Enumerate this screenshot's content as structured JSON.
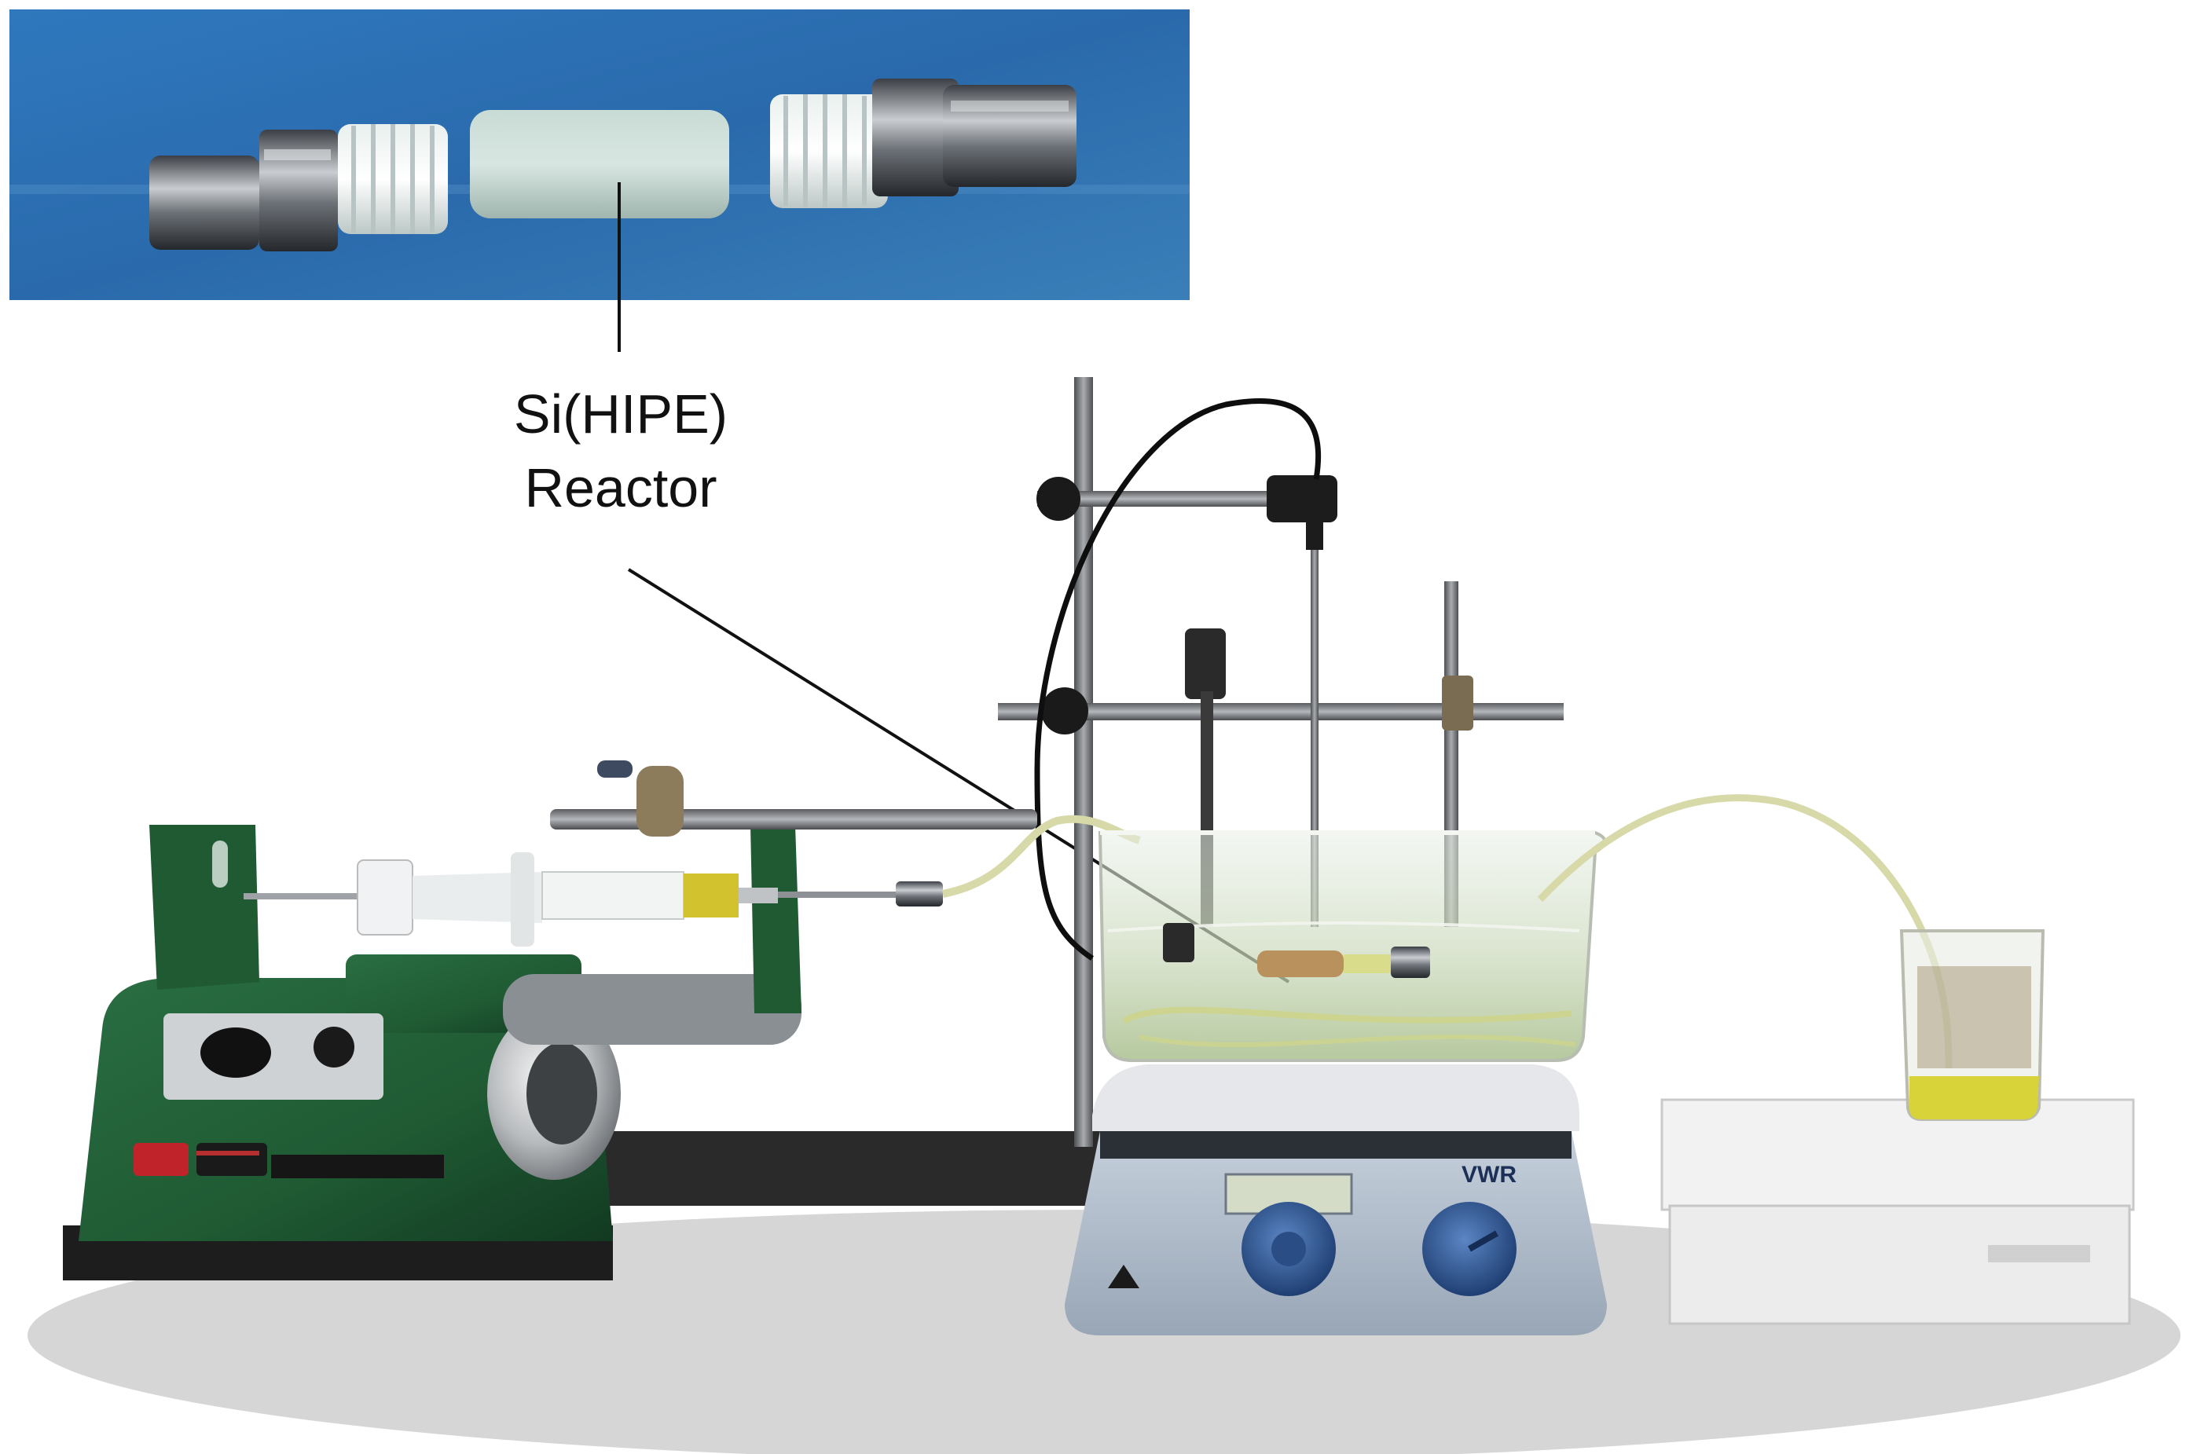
{
  "figure": {
    "callout": {
      "line1": "Si(HIPE)",
      "line2": "Reactor"
    },
    "inset": {
      "subject": "Si(HIPE) monolith inside a tube with threaded steel end fittings",
      "background_color": "#2d6fb2"
    },
    "photo": {
      "subjects": [
        "green syringe pump with syringe",
        "laboratory stand with clamps and thermocouple",
        "glass water bath crystallizing dish on hotplate stirrer",
        "beaker collecting yellow effluent on white boxes"
      ],
      "colors": {
        "pump_green": "#1f5a33",
        "hotplate_face": "#aab7c6",
        "knob_blue": "#2f5a9c",
        "effluent_yellow": "#d9d33a",
        "floor_shadow": "#d6d6d6"
      }
    }
  }
}
